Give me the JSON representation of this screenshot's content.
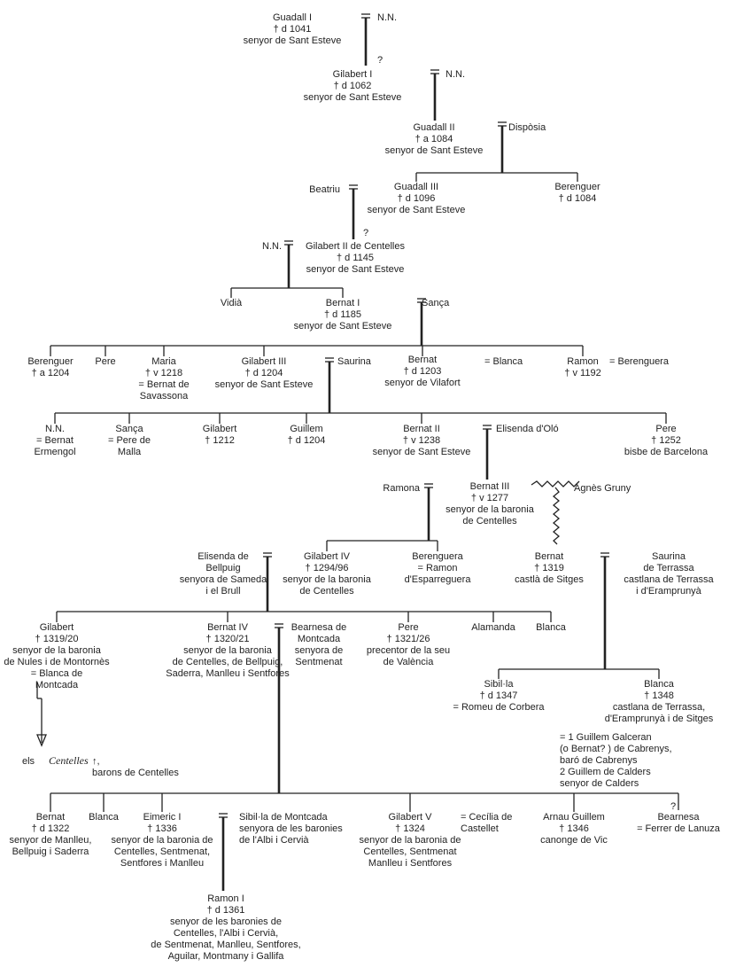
{
  "nodes": [
    {
      "id": "guadall1",
      "lines": [
        "Guadall I",
        "† d 1041",
        "senyor de Sant Esteve"
      ]
    },
    {
      "id": "nn1",
      "lines": [
        "N.N."
      ]
    },
    {
      "id": "q1",
      "lines": [
        "?"
      ]
    },
    {
      "id": "gilabert1",
      "lines": [
        "Gilabert I",
        "† d 1062",
        "senyor de Sant Esteve"
      ]
    },
    {
      "id": "nn2",
      "lines": [
        "N.N."
      ]
    },
    {
      "id": "guadall2",
      "lines": [
        "Guadall II",
        "† a 1084",
        "senyor de Sant Esteve"
      ]
    },
    {
      "id": "dispósia",
      "lines": [
        "Dispòsia"
      ]
    },
    {
      "id": "beatriu",
      "lines": [
        "Beatriu"
      ]
    },
    {
      "id": "guadall3",
      "lines": [
        "Guadall III",
        "† d 1096",
        "senyor de Sant Esteve"
      ]
    },
    {
      "id": "berenguer1",
      "lines": [
        "Berenguer",
        "† d 1084"
      ]
    },
    {
      "id": "q2",
      "lines": [
        "?"
      ]
    },
    {
      "id": "nn3",
      "lines": [
        "N.N."
      ]
    },
    {
      "id": "gilabert2",
      "lines": [
        "Gilabert II de Centelles",
        "† d 1145",
        "senyor de Sant Esteve"
      ]
    },
    {
      "id": "vidia",
      "lines": [
        "Vidià"
      ]
    },
    {
      "id": "bernat1",
      "lines": [
        "Bernat I",
        "† d 1185",
        "senyor de Sant Esteve"
      ]
    },
    {
      "id": "sanca1",
      "lines": [
        "Sança"
      ]
    },
    {
      "id": "berenguer2",
      "lines": [
        "Berenguer",
        "† a 1204"
      ]
    },
    {
      "id": "pere1",
      "lines": [
        "Pere"
      ]
    },
    {
      "id": "maria",
      "lines": [
        "Maria",
        "† v 1218",
        "= Bernat de",
        "Savassona"
      ]
    },
    {
      "id": "gilabert3",
      "lines": [
        "Gilabert III",
        "† d 1204",
        "senyor de Sant Esteve"
      ]
    },
    {
      "id": "saurina1",
      "lines": [
        "Saurina"
      ]
    },
    {
      "id": "bernat_v",
      "lines": [
        "Bernat",
        "† d 1203",
        "senyor de Vilafort"
      ]
    },
    {
      "id": "blanca1",
      "lines": [
        "= Blanca"
      ]
    },
    {
      "id": "ramon1",
      "lines": [
        "Ramon",
        "† v 1192"
      ]
    },
    {
      "id": "berenguera1",
      "lines": [
        "= Berenguera"
      ]
    },
    {
      "id": "nn4",
      "lines": [
        "N.N.",
        "= Bernat",
        "Ermengol"
      ]
    },
    {
      "id": "sanca2",
      "lines": [
        "Sança",
        "= Pere de",
        "Malla"
      ]
    },
    {
      "id": "gilabert_1212",
      "lines": [
        "Gilabert",
        "† 1212"
      ]
    },
    {
      "id": "guillem1",
      "lines": [
        "Guillem",
        "† d 1204"
      ]
    },
    {
      "id": "bernat2",
      "lines": [
        "Bernat II",
        "† v 1238",
        "senyor de Sant Esteve"
      ]
    },
    {
      "id": "elisenda_olo",
      "lines": [
        "Elisenda d'Oló"
      ]
    },
    {
      "id": "pere2",
      "lines": [
        "Pere",
        "† 1252",
        "bisbe de Barcelona"
      ]
    },
    {
      "id": "ramona",
      "lines": [
        "Ramona"
      ]
    },
    {
      "id": "bernat3",
      "lines": [
        "Bernat III",
        "† v 1277",
        "senyor de la baronia",
        "de Centelles"
      ]
    },
    {
      "id": "agnes",
      "lines": [
        "Agnès Gruny"
      ]
    },
    {
      "id": "elisenda_bellpuig",
      "lines": [
        "Elisenda de",
        "Bellpuig",
        "senyora de Sameda",
        "i el Brull"
      ]
    },
    {
      "id": "gilabert4",
      "lines": [
        "Gilabert IV",
        "† 1294/96",
        "senyor de la baronia",
        "de Centelles"
      ]
    },
    {
      "id": "berenguera2",
      "lines": [
        "Berenguera",
        "= Ramon",
        "d'Esparreguera"
      ]
    },
    {
      "id": "bernat_sitges",
      "lines": [
        "Bernat",
        "† 1319",
        "castlà de Sitges"
      ]
    },
    {
      "id": "saurina2",
      "lines": [
        "Saurina",
        "de Terrassa",
        "castlana de Terrassa",
        "i d'Eramprunyà"
      ]
    },
    {
      "id": "gilabert_nules",
      "lines": [
        "Gilabert",
        "† 1319/20",
        "senyor de la baronia",
        "de Nules i de Montornès",
        "= Blanca de",
        "Montcada"
      ]
    },
    {
      "id": "bernat4",
      "lines": [
        "Bernat IV",
        "† 1320/21",
        "senyor de la baronia",
        "de Centelles, de Bellpuig,",
        "Saderra, Manlleu i Sentfores"
      ]
    },
    {
      "id": "bearnesa1",
      "lines": [
        "Bearnesa de",
        "Montcada",
        "senyora de",
        "Sentmenat"
      ]
    },
    {
      "id": "pere3",
      "lines": [
        "Pere",
        "† 1321/26",
        "precentor de la seu",
        "de València"
      ]
    },
    {
      "id": "alamanda",
      "lines": [
        "Alamanda"
      ]
    },
    {
      "id": "blanca2",
      "lines": [
        "Blanca"
      ]
    },
    {
      "id": "sibilla1",
      "lines": [
        "Sibil·la",
        "† d 1347",
        "= Romeu de Corbera"
      ]
    },
    {
      "id": "blanca3",
      "lines": [
        "Blanca",
        "† 1348",
        "castlana de Terrassa,",
        "d'Eramprunyà i de Sitges"
      ]
    },
    {
      "id": "blanca3_m",
      "lines": [
        "= 1 Guillem Galceran",
        "(o Bernat? ) de Cabrenys,",
        "baró de Cabrenys",
        "2 Guillem de Calders",
        "senyor de Calders"
      ]
    },
    {
      "id": "centelles_pre",
      "lines": [
        "els "
      ]
    },
    {
      "id": "centelles_it",
      "lines": [
        "Centelles"
      ]
    },
    {
      "id": "centelles_post",
      "lines": [
        "↑,",
        "barons de Centelles"
      ]
    },
    {
      "id": "bernat_manlleu",
      "lines": [
        "Bernat",
        "† d 1322",
        "senyor de Manlleu,",
        "Bellpuig i Saderra"
      ]
    },
    {
      "id": "blanca4",
      "lines": [
        "Blanca"
      ]
    },
    {
      "id": "eimeric",
      "lines": [
        "Eimeric I",
        "† 1336",
        "senyor de la baronia de",
        "Centelles, Sentmenat,",
        "Sentfores i Manlleu"
      ]
    },
    {
      "id": "sibilla2",
      "lines": [
        "Sibil·la de Montcada",
        "senyora de les baronies",
        "de l'Albi i Cervià"
      ]
    },
    {
      "id": "gilabert5",
      "lines": [
        "Gilabert V",
        "† 1324",
        "senyor de la baronia de",
        "Centelles, Sentmenat",
        "Manlleu i Sentfores"
      ]
    },
    {
      "id": "cecilia",
      "lines": [
        "= Cecília de",
        "Castellet"
      ]
    },
    {
      "id": "arnau",
      "lines": [
        "Arnau Guillem",
        "† 1346",
        "canonge de Vic"
      ]
    },
    {
      "id": "q3",
      "lines": [
        "?"
      ]
    },
    {
      "id": "bearnesa2",
      "lines": [
        "Bearnesa",
        "= Ferrer de Lanuza"
      ]
    },
    {
      "id": "ramon2",
      "lines": [
        "Ramon I",
        "† d 1361",
        "senyor de les baronies de",
        "Centelles, l'Albi i Cervià,",
        "de Sentmenat, Manlleu, Sentfores,",
        "Aguilar, Montmany i Gallifa"
      ]
    }
  ]
}
